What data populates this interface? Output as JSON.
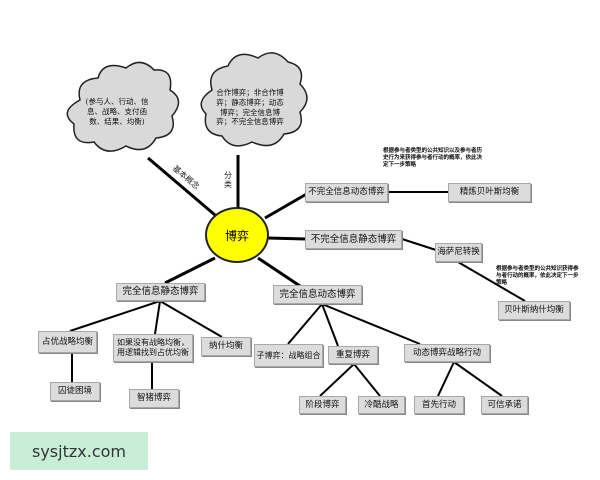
{
  "center": "博弈",
  "clouds": {
    "concepts": "(参与人、行动、信息、战略、支付函数、结果、均衡)",
    "categories": "合作博弈；非合作博弈；静态博弈；动态博弈；完全信息博弈；不完全信息博弈"
  },
  "labels": {
    "concepts": "基本概念",
    "categories": "分类"
  },
  "nodes": {
    "incomplete_dynamic": "不完全信息动态博弈",
    "refined_bayes": "精炼贝叶斯均衡",
    "incomplete_static": "不完全信息静态博弈",
    "harsanyi": "海萨尼转换",
    "bayes_nash": "贝叶斯纳什均衡",
    "complete_static": "完全信息静态博弈",
    "complete_dynamic": "完全信息动态博弈",
    "dominant": "占优战略均衡",
    "no_dominant": "如果没有战略均衡，用逻辑找到占优均衡",
    "nash": "纳什均衡",
    "prisoner": "囚徒困境",
    "pigs": "智猪博弈",
    "subgame": "子博弈：战略组合",
    "repeated": "重复博弈",
    "dyn_strategy": "动态博弈战略行动",
    "stage": "阶段博弈",
    "grim": "冷酷战略",
    "first_move": "首先行动",
    "commitment": "可信承诺"
  },
  "notes": {
    "dynamic": "根据参与者类型的公共知识以及参与者历史行为来获得参与者行动的概率，依此决定下一步策略",
    "static": "根据参与者类型的公共知识获得参与者行动的概率，依此决定下一步策略"
  },
  "watermark": "sysjtzx.com",
  "colors": {
    "center": "#ffff00",
    "box": "#dcdcdc",
    "cloud": "#d9d9d9",
    "watermark_bg": "#c8eed8"
  }
}
